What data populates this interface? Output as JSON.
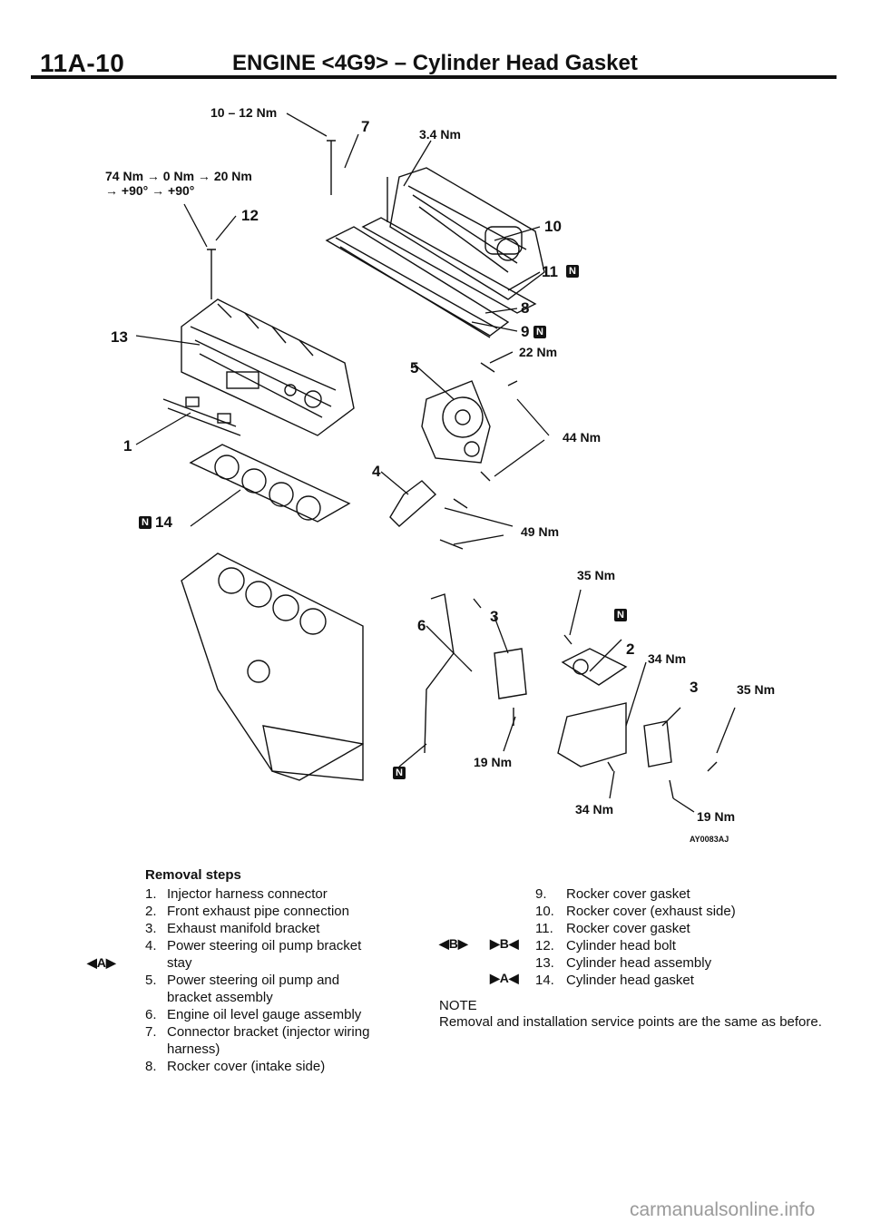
{
  "header": {
    "page": "11A-10",
    "title": "ENGINE <4G9> – Cylinder Head Gasket"
  },
  "diagram": {
    "labels": {
      "torque_7": "10 – 12 Nm",
      "torque_12_line1": "74 Nm → 0 Nm → 20 Nm",
      "torque_12_line2": "→ +90° → +90°",
      "torque_10": "3.4 Nm",
      "torque_22": "22 Nm",
      "torque_44": "44 Nm",
      "torque_49": "49 Nm",
      "torque_35a": "35 Nm",
      "torque_34a": "34 Nm",
      "torque_35b": "35 Nm",
      "torque_19a": "19 Nm",
      "torque_34b": "34 Nm",
      "torque_19b": "19 Nm"
    },
    "parts": {
      "p1": "1",
      "p2": "2",
      "p3a": "3",
      "p3b": "3",
      "p4": "4",
      "p5": "5",
      "p6": "6",
      "p7": "7",
      "p8": "8",
      "p9": "9",
      "p10": "10",
      "p11": "11",
      "p12": "12",
      "p13": "13",
      "p14": "14"
    },
    "new_part_mark": "N",
    "figure_code": "AY0083AJ"
  },
  "removal": {
    "title": "Removal steps",
    "left_items": [
      {
        "n": "1.",
        "text": "Injector harness connector"
      },
      {
        "n": "2.",
        "text": "Front exhaust pipe connection"
      },
      {
        "n": "3.",
        "text": "Exhaust manifold bracket"
      },
      {
        "n": "4.",
        "text": "Power steering oil pump bracket\nstay"
      },
      {
        "n": "5.",
        "text": "Power steering oil pump and\nbracket assembly"
      },
      {
        "n": "6.",
        "text": "Engine oil level gauge assembly"
      },
      {
        "n": "7.",
        "text": "Connector bracket (injector wiring\nharness)"
      },
      {
        "n": "8.",
        "text": "Rocker cover (intake side)"
      }
    ],
    "right_items": [
      {
        "n": "9.",
        "text": "Rocker cover gasket"
      },
      {
        "n": "10.",
        "text": "Rocker cover (exhaust side)"
      },
      {
        "n": "11.",
        "text": "Rocker cover gasket"
      },
      {
        "n": "12.",
        "text": "Cylinder head bolt"
      },
      {
        "n": "13.",
        "text": "Cylinder head assembly"
      },
      {
        "n": "14.",
        "text": "Cylinder head gasket"
      }
    ],
    "markers": {
      "a_removal": "◀A▶",
      "b_removal": "◀B▶",
      "b_install": "▶B◀",
      "a_install": "▶A◀"
    }
  },
  "note": {
    "title": "NOTE",
    "text": "Removal and installation service points are the same as before."
  },
  "watermark": "carmanualsonline.info"
}
